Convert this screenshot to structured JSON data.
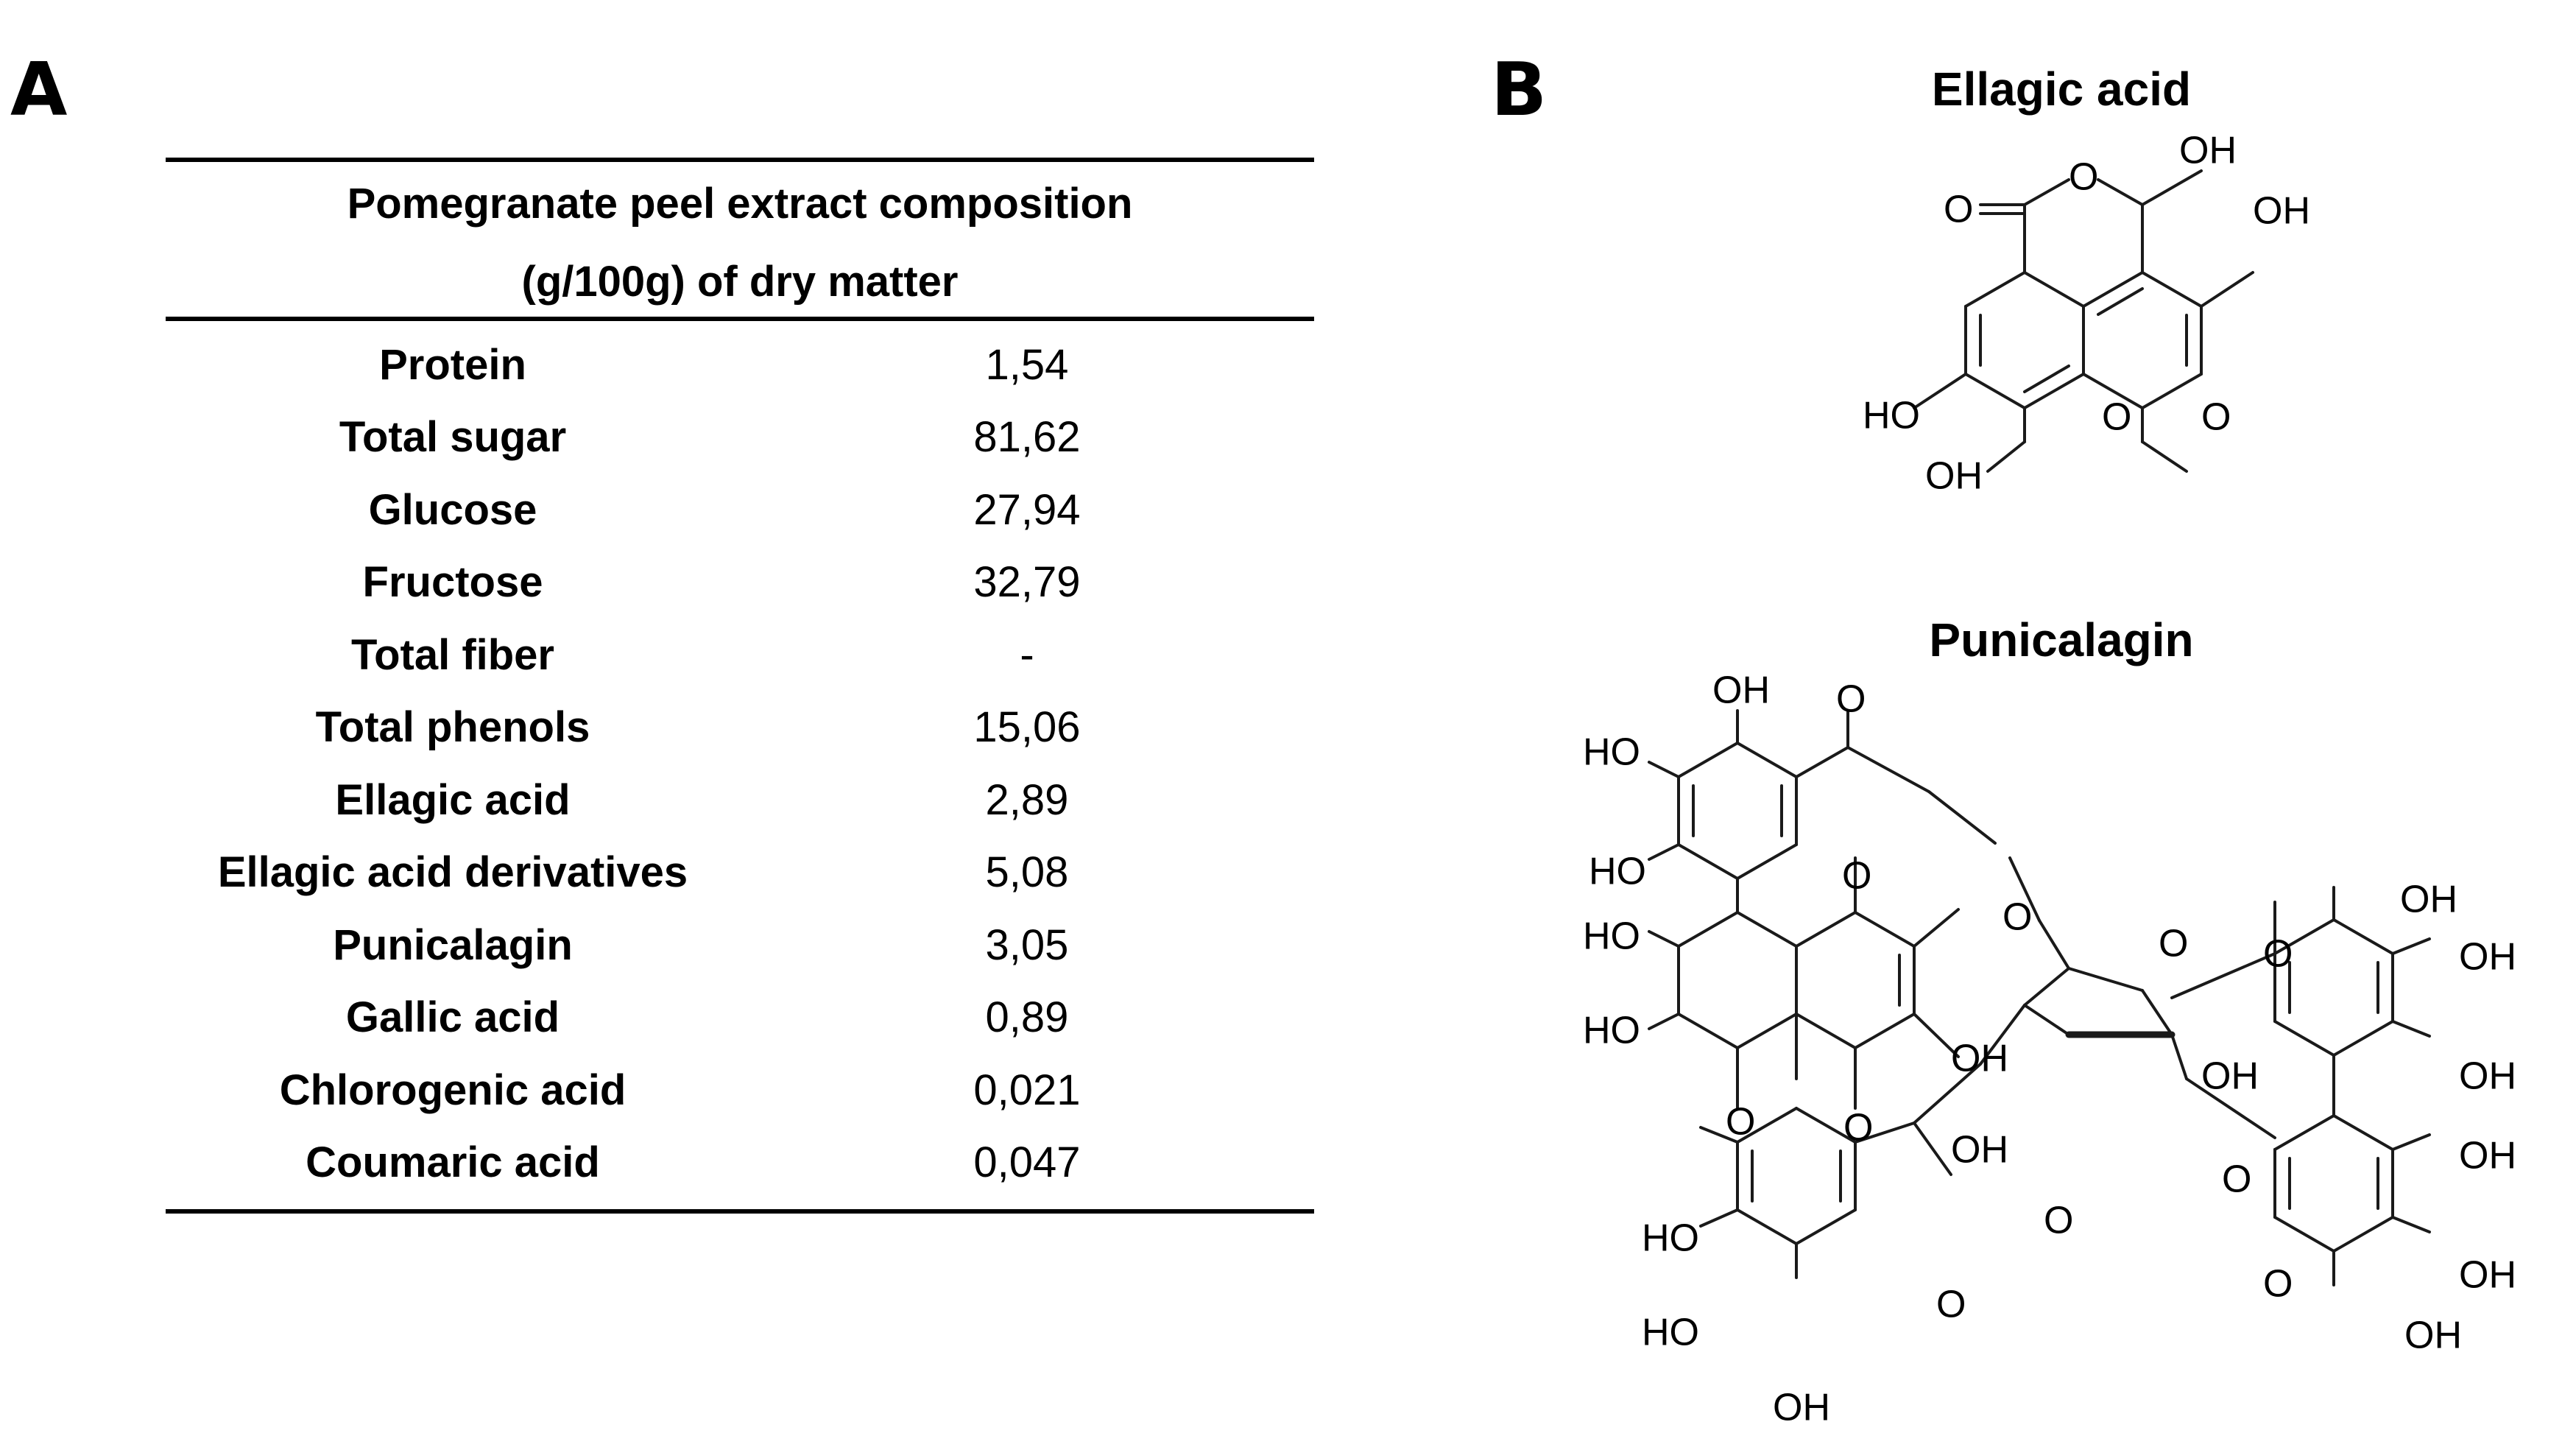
{
  "panels": {
    "a_label": "A",
    "b_label": "B"
  },
  "table": {
    "title_line1": "Pomegranate peel extract composition",
    "title_line2": "(g/100g) of dry matter",
    "rows": [
      {
        "name": "Protein",
        "value": "1,54"
      },
      {
        "name": "Total sugar",
        "value": "81,62"
      },
      {
        "name": "Glucose",
        "value": "27,94"
      },
      {
        "name": "Fructose",
        "value": "32,79"
      },
      {
        "name": "Total fiber",
        "value": "-"
      },
      {
        "name": "Total phenols",
        "value": "15,06"
      },
      {
        "name": "Ellagic acid",
        "value": "2,89"
      },
      {
        "name": "Ellagic acid derivatives",
        "value": "5,08"
      },
      {
        "name": "Punicalagin",
        "value": "3,05"
      },
      {
        "name": "Gallic acid",
        "value": "0,89"
      },
      {
        "name": "Chlorogenic acid",
        "value": "0,021"
      },
      {
        "name": "Coumaric acid",
        "value": "0,047"
      }
    ]
  },
  "structures": {
    "ellagic_title": "Ellagic acid",
    "punicalagin_title": "Punicalagin",
    "atom_labels": {
      "oh": "OH",
      "ho": "HO",
      "o": "O"
    }
  }
}
